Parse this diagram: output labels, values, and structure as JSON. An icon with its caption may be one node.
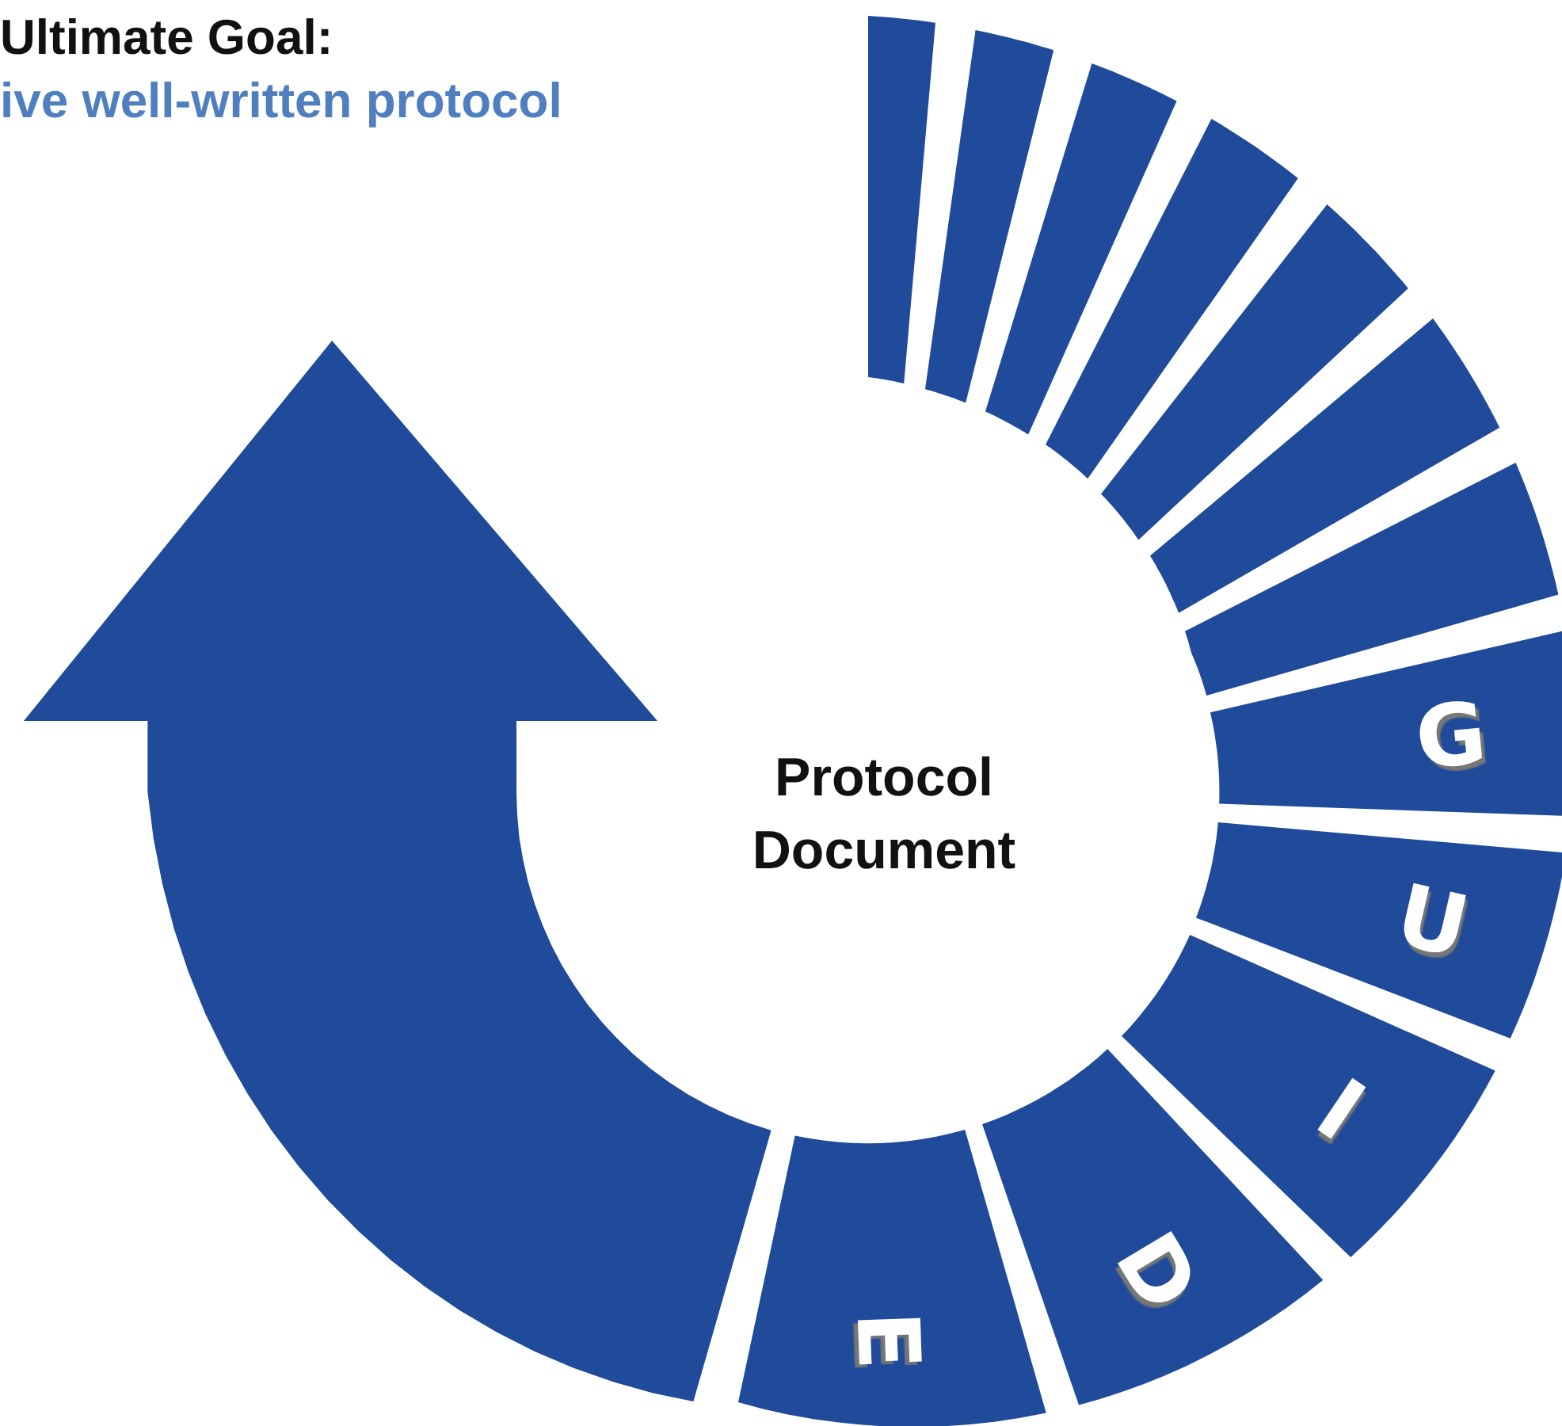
{
  "diagram": {
    "nodes": [
      {
        "text": [
          "Protocol Document"
        ]
      },
      {
        "text": [],
        "shape": "bar"
      },
      {
        "text": [],
        "shape": "bar"
      },
      {
        "text": [],
        "shape": "bar"
      },
      {
        "text": [],
        "shape": "bar"
      },
      {
        "text": [],
        "shape": "bar"
      },
      {
        "text": [],
        "shape": "bar"
      },
      {
        "text": [],
        "shape": "bar"
      },
      {
        "text": [
          "G"
        ]
      },
      {
        "text": [
          "U"
        ]
      },
      {
        "text": [
          "I"
        ]
      },
      {
        "text": [
          "D"
        ]
      },
      {
        "text": [
          "E"
        ]
      }
    ],
    "labels": [
      "Ultimate Goal:",
      "ive well-written protocol"
    ]
  }
}
